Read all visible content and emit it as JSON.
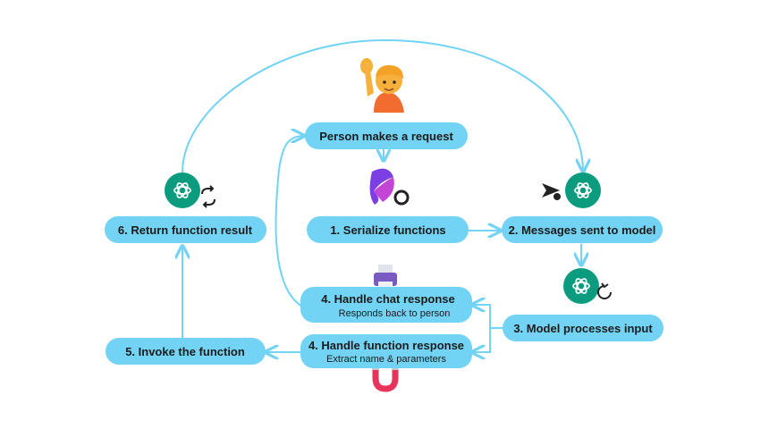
{
  "nodes": {
    "request": "Person makes a request",
    "serialize": "1. Serialize functions",
    "messages": "2. Messages sent to model",
    "process": "3. Model processes input",
    "chat_response": "4. Handle chat response",
    "chat_response_sub": "Responds back to person",
    "function_response": "4. Handle function response",
    "function_response_sub": "Extract name & parameters",
    "invoke": "5. Invoke the function",
    "return_result": "6. Return function result"
  },
  "icons": {
    "person": "person-raising-hand-icon",
    "kernel": "semantic-kernel-logo-icon",
    "openai_send": "openai-send-icon",
    "openai_refresh": "openai-refresh-icon",
    "openai_return": "openai-return-icon",
    "printer": "printer-icon",
    "magnet": "magnet-icon"
  },
  "colors": {
    "node": "#73d3f4",
    "arrow": "#73d3f4",
    "openai": "#0b9c7f",
    "person_shirt": "#f26b2f"
  }
}
